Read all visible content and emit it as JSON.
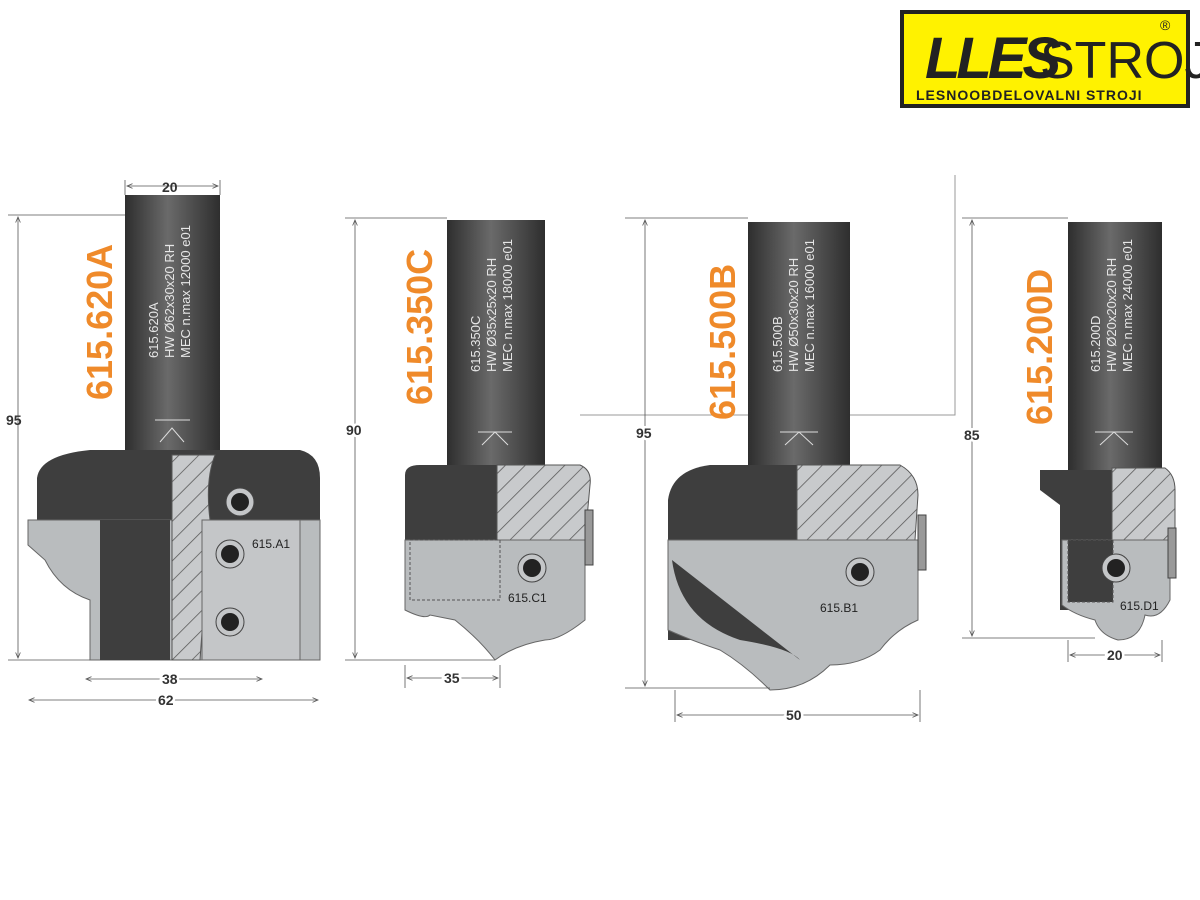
{
  "logo": {
    "brand": "LLESSTROJ",
    "registered": "®",
    "tagline": "LESNOOBDELOVALNI STROJI",
    "bg_color": "#fff200"
  },
  "colors": {
    "code": "#ef8a2a",
    "body": "#4a4a4a",
    "plate": "#b9bcbe"
  },
  "tools": [
    {
      "code": "615.620A",
      "shank_lines": [
        "615.620A",
        "HW Ø62x30x20 RH",
        "MEC n.max 12000 e01"
      ],
      "insert": "615.A1",
      "dims": {
        "shank": "20",
        "height": "95",
        "inner": "38",
        "outer": "62"
      }
    },
    {
      "code": "615.350C",
      "shank_lines": [
        "615.350C",
        "HW Ø35x25x20 RH",
        "MEC n.max 18000 e01"
      ],
      "insert": "615.C1",
      "dims": {
        "height": "90",
        "width": "35"
      }
    },
    {
      "code": "615.500B",
      "shank_lines": [
        "615.500B",
        "HW Ø50x30x20 RH",
        "MEC n.max 16000 e01"
      ],
      "insert": "615.B1",
      "dims": {
        "height": "95",
        "width": "50"
      }
    },
    {
      "code": "615.200D",
      "shank_lines": [
        "615.200D",
        "HW Ø20x20x20 RH",
        "MEC n.max 24000 e01"
      ],
      "insert": "615.D1",
      "dims": {
        "height": "85",
        "width": "20"
      }
    }
  ]
}
